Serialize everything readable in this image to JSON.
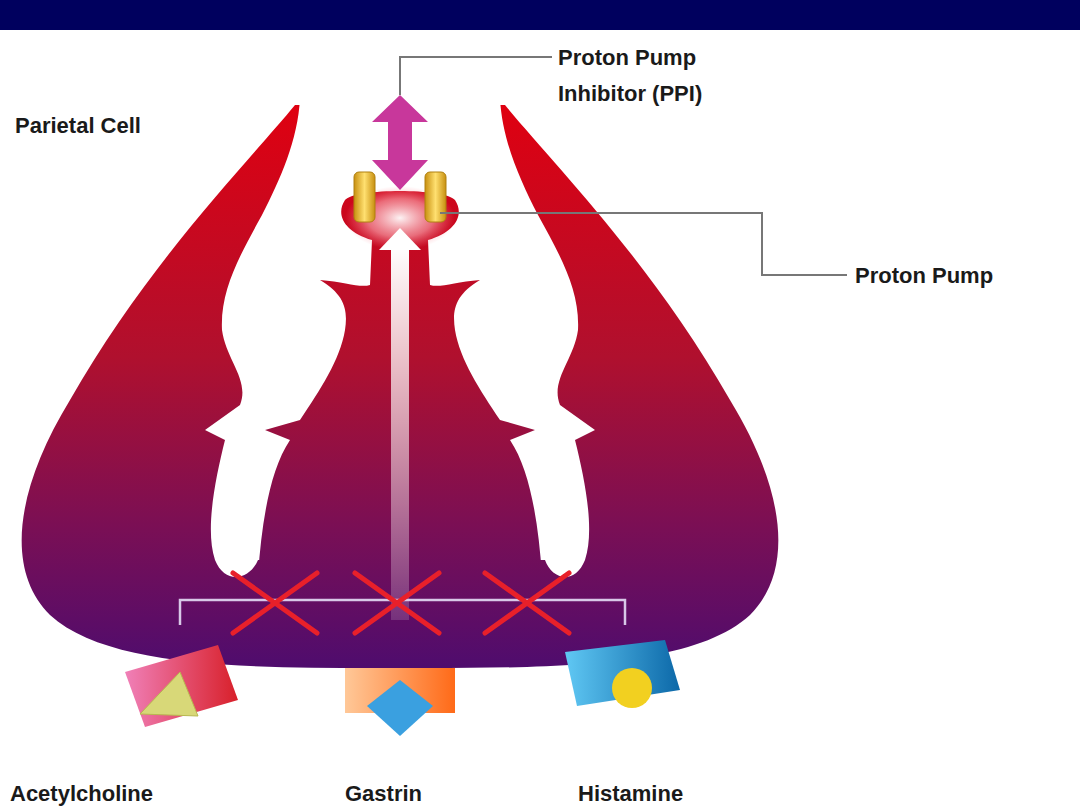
{
  "diagram": {
    "labels": [
      "Parietal Cell",
      "Proton Pump Inhibitor (PPI)",
      "Proton Pump",
      "Acetylcholine",
      "Gastrin",
      "Histamine"
    ]
  }
}
